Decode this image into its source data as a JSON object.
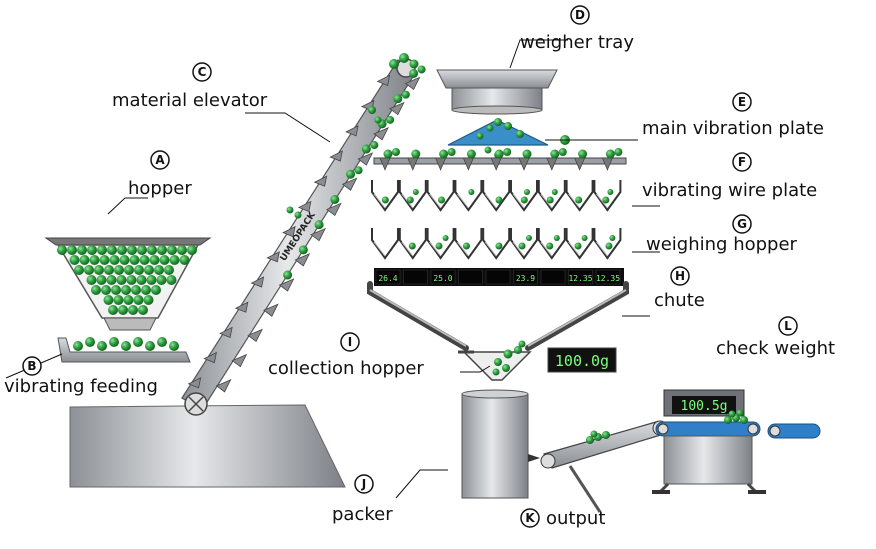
{
  "components": [
    {
      "key": "A",
      "label": "hopper"
    },
    {
      "key": "B",
      "label": "vibrating feeding"
    },
    {
      "key": "C",
      "label": "material elevator"
    },
    {
      "key": "D",
      "label": "weigher tray"
    },
    {
      "key": "E",
      "label": "main vibration plate"
    },
    {
      "key": "F",
      "label": "vibrating wire plate"
    },
    {
      "key": "G",
      "label": "weighing hopper"
    },
    {
      "key": "H",
      "label": "chute"
    },
    {
      "key": "I",
      "label": "collection hopper"
    },
    {
      "key": "J",
      "label": "packer"
    },
    {
      "key": "K",
      "label": "output"
    },
    {
      "key": "L",
      "label": "check weight"
    }
  ],
  "elevator_brand": "UMEOPACK",
  "hopper_readings": [
    "26.4",
    "",
    "25.0",
    "",
    "",
    "23.9",
    "",
    "12.35",
    "12.35"
  ],
  "collection_display": "100.0g",
  "check_weight_display": "100.5g",
  "colors": {
    "product": "#2e9e3e",
    "vibration_plate": "#3b8fc9",
    "belt": "#2f7fc9",
    "display_bg": "#111111",
    "display_text": "#7CFF7C"
  }
}
